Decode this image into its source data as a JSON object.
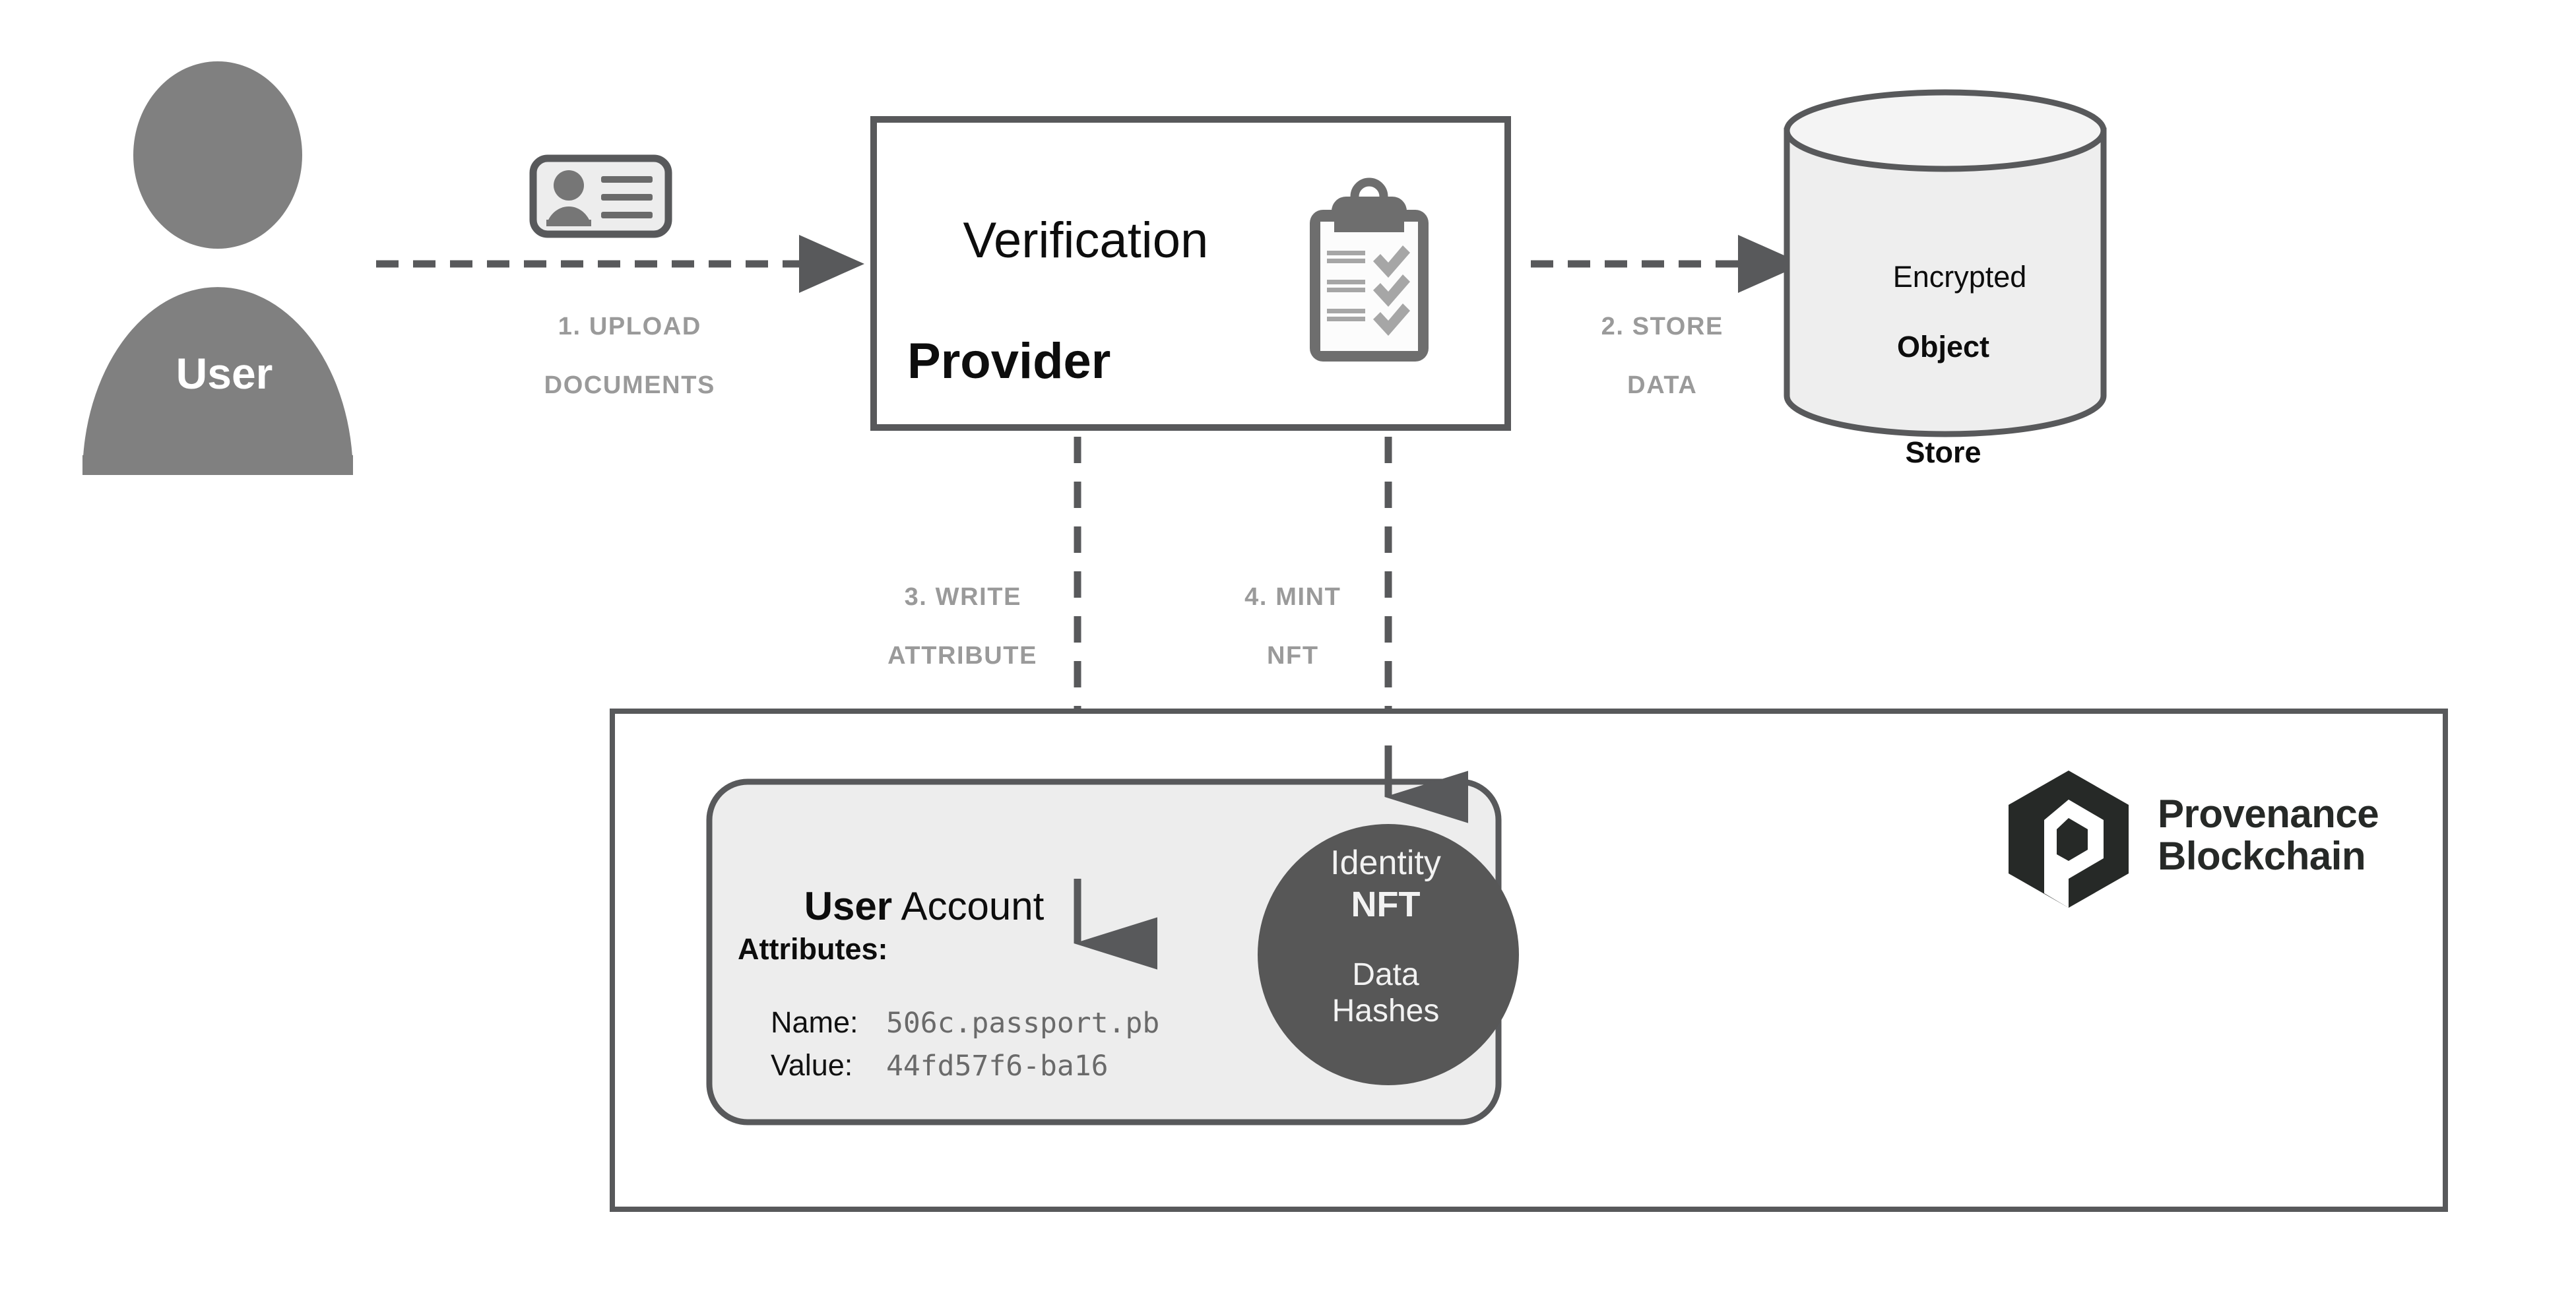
{
  "diagram": {
    "title": "Identity verification flow on Provenance Blockchain",
    "colors": {
      "silhouette_gray": "#808080",
      "stroke_dark": "#58595b",
      "panel_fill": "#ededed",
      "nft_fill": "#575757",
      "step_label_gray": "#9a9a9a",
      "logo_dark": "#262927",
      "cylinder_fill": "#eeeeee",
      "cylinder_top_fill": "#f4f4f4",
      "text_black": "#0d0d0d",
      "mono_value_gray": "#6a6a6a"
    }
  },
  "actor": {
    "label": "User",
    "icon": "user-silhouette-icon"
  },
  "id_card": {
    "icon": "id-card-icon"
  },
  "provider": {
    "title_line1": "Verification",
    "title_line2": "Provider",
    "icon": "clipboard-checklist-icon",
    "checklist_items": 3
  },
  "object_store": {
    "line1": "Encrypted",
    "line2": "Object",
    "line3": "Store",
    "icon": "database-cylinder-icon"
  },
  "steps": [
    {
      "id": "step-1",
      "number": "1.",
      "line1": "1. UPLOAD",
      "line2": "DOCUMENTS",
      "direction": "right"
    },
    {
      "id": "step-2",
      "number": "2.",
      "line1": "2. STORE",
      "line2": "DATA",
      "direction": "right"
    },
    {
      "id": "step-3",
      "number": "3.",
      "line1": "3. WRITE",
      "line2": "ATTRIBUTE",
      "direction": "down"
    },
    {
      "id": "step-4",
      "number": "4.",
      "line1": "4. MINT",
      "line2": "NFT",
      "direction": "down"
    }
  ],
  "account": {
    "title_bold": "User",
    "title_regular": " Account",
    "attributes_heading": "Attributes:",
    "attributes": [
      {
        "key": "Name:",
        "value": "506c.passport.pb"
      },
      {
        "key": "Value:",
        "value": "44fd57f6-ba16"
      }
    ]
  },
  "nft": {
    "line1": "Identity",
    "line2": "NFT",
    "line3": "Data",
    "line4": "Hashes"
  },
  "brand": {
    "name_line1": "Provenance",
    "name_line2": "Blockchain",
    "logo_icon": "provenance-hex-p-logo-icon"
  }
}
